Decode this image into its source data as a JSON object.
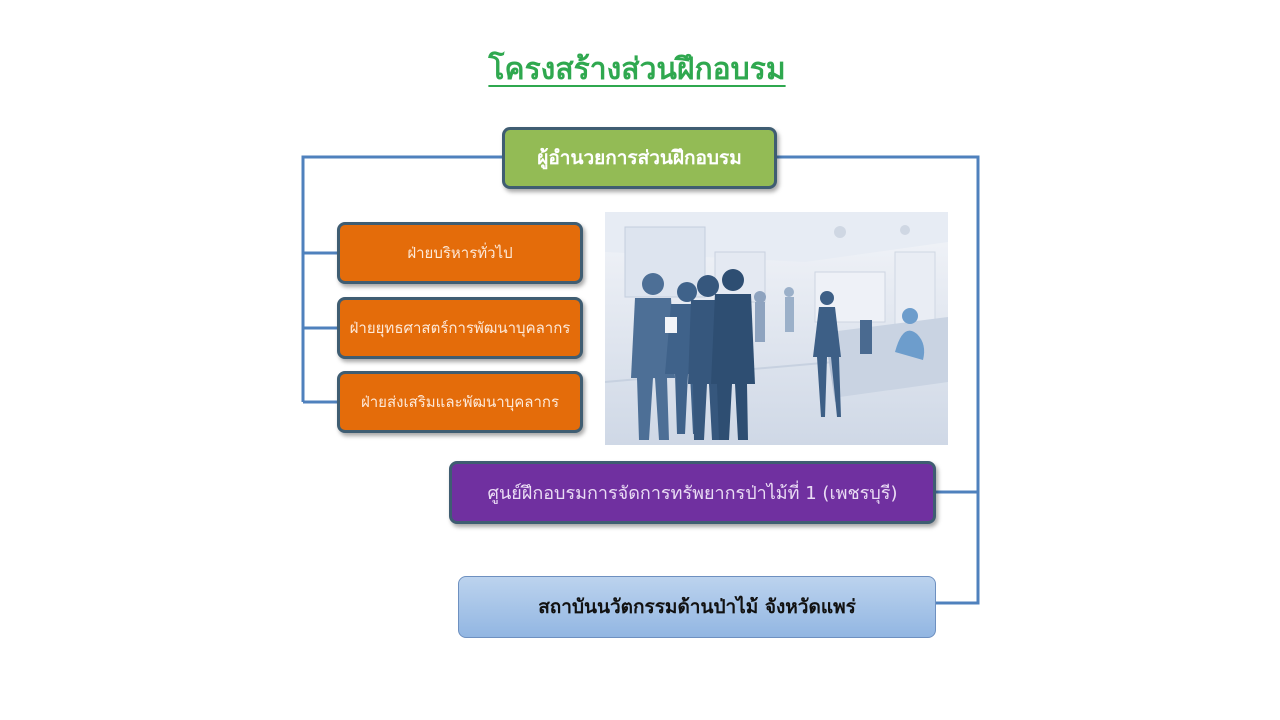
{
  "title": "โครงสร้างส่วนฝึกอบรม",
  "director": {
    "label": "ผู้อำนวยการส่วนฝึกอบรม"
  },
  "divisions": [
    {
      "label": "ฝ่ายบริหารทั่วไป"
    },
    {
      "label": "ฝ่ายยุทธศาสตร์การพัฒนาบุคลากร"
    },
    {
      "label": "ฝ่ายส่งเสริมและพัฒนาบุคลากร"
    }
  ],
  "training_center": {
    "label": "ศูนย์ฝึกอบรมการจัดการทรัพยากรป่าไม้ที่ 1 (เพชรบุรี)"
  },
  "institute": {
    "label": "สถาบันนวัตกรรมด้านป่าไม้ จังหวัดแพร่"
  },
  "colors": {
    "title": "#2fa84f",
    "director": "#93bb55",
    "division": "#e46c0a",
    "training_center": "#7030a0",
    "institute": "#a7c4e8",
    "connector": "#4f81bd"
  },
  "illustration": {
    "icon": "office-people-silhouettes-icon"
  }
}
